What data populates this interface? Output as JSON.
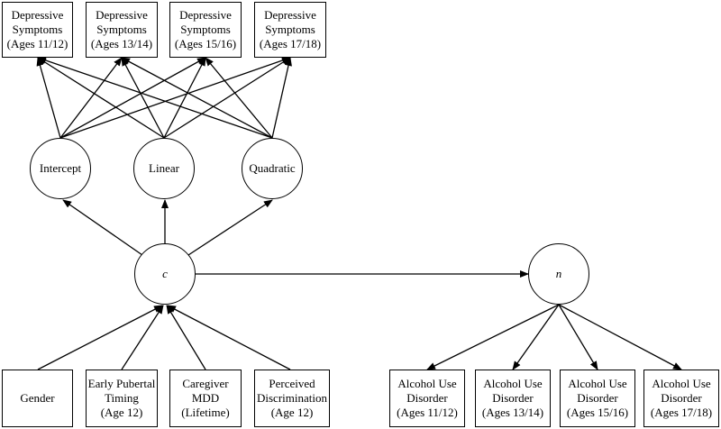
{
  "outcomes": [
    {
      "line1": "Depressive",
      "line2": "Symptoms",
      "line3": "(Ages 11/12)"
    },
    {
      "line1": "Depressive",
      "line2": "Symptoms",
      "line3": "(Ages 13/14)"
    },
    {
      "line1": "Depressive",
      "line2": "Symptoms",
      "line3": "(Ages 15/16)"
    },
    {
      "line1": "Depressive",
      "line2": "Symptoms",
      "line3": "(Ages 17/18)"
    }
  ],
  "growth_factors": [
    {
      "label": "Intercept"
    },
    {
      "label": "Linear"
    },
    {
      "label": "Quadratic"
    }
  ],
  "latent_class_c": {
    "label": "c"
  },
  "latent_class_n": {
    "label": "n"
  },
  "predictors": [
    {
      "line1": "Gender",
      "line2": "",
      "line3": ""
    },
    {
      "line1": "Early Pubertal",
      "line2": "Timing",
      "line3": "(Age 12)"
    },
    {
      "line1": "Caregiver",
      "line2": "MDD",
      "line3": "(Lifetime)"
    },
    {
      "line1": "Perceived",
      "line2": "Discrimination",
      "line3": "(Age 12)"
    }
  ],
  "aud_outcomes": [
    {
      "line1": "Alcohol Use",
      "line2": "Disorder",
      "line3": "(Ages 11/12)"
    },
    {
      "line1": "Alcohol Use",
      "line2": "Disorder",
      "line3": "(Ages 13/14)"
    },
    {
      "line1": "Alcohol Use",
      "line2": "Disorder",
      "line3": "(Ages 15/16)"
    },
    {
      "line1": "Alcohol Use",
      "line2": "Disorder",
      "line3": "(Ages 17/18)"
    }
  ]
}
